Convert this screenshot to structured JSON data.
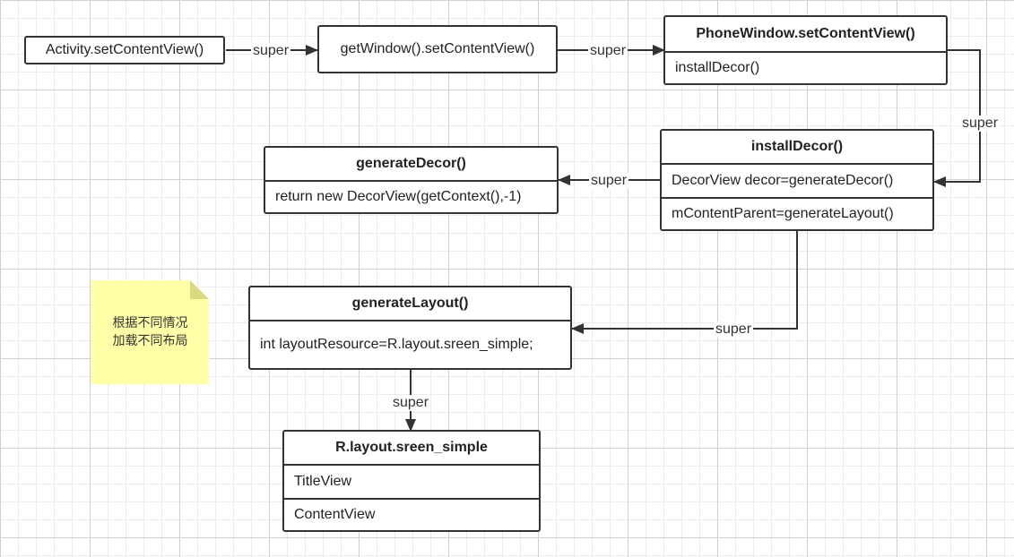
{
  "nodes": {
    "activity_set_content_view": {
      "label": "Activity.setContentView()"
    },
    "get_window_set_content_view": {
      "label": "getWindow().setContentView()"
    },
    "phone_window": {
      "title": "PhoneWindow.setContentView()",
      "rows": [
        "installDecor()"
      ]
    },
    "install_decor": {
      "title": "installDecor()",
      "rows": [
        "DecorView decor=generateDecor()",
        "mContentParent=generateLayout()"
      ]
    },
    "generate_decor": {
      "title": "generateDecor()",
      "rows": [
        "return new DecorView(getContext(),-1)"
      ]
    },
    "generate_layout": {
      "title": "generateLayout()",
      "rows": [
        "int layoutResource=R.layout.sreen_simple;"
      ]
    },
    "sreen_simple": {
      "title": "R.layout.sreen_simple",
      "rows": [
        "TitleView",
        "ContentView"
      ]
    }
  },
  "edges": [
    {
      "from": "activity_set_content_view",
      "to": "get_window_set_content_view",
      "label": "super"
    },
    {
      "from": "get_window_set_content_view",
      "to": "phone_window",
      "label": "super"
    },
    {
      "from": "phone_window",
      "to": "install_decor",
      "label": "super"
    },
    {
      "from": "install_decor",
      "to": "generate_decor",
      "label": "super"
    },
    {
      "from": "install_decor",
      "to": "generate_layout",
      "label": "super"
    },
    {
      "from": "generate_layout",
      "to": "sreen_simple",
      "label": "super"
    }
  ],
  "note": {
    "text": "根据不同情况\n加载不同布局"
  },
  "colors": {
    "stroke": "#333333",
    "note_fill": "#ffffa8",
    "grid": "#cfcfcf"
  }
}
